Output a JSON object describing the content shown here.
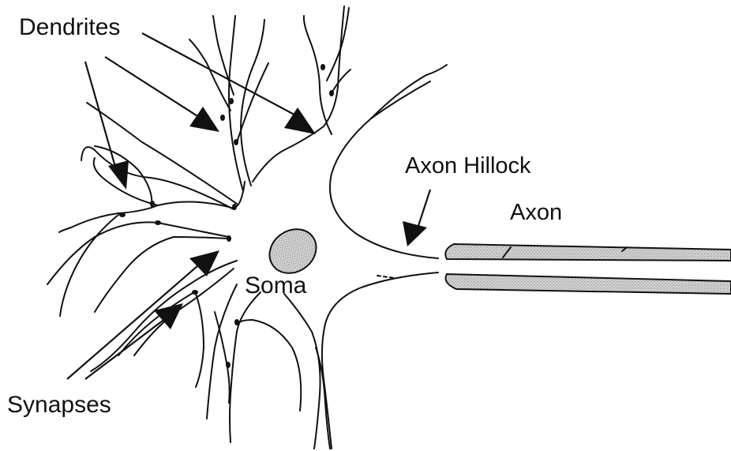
{
  "labels": {
    "dendrites": "Dendrites",
    "axon_hillock": "Axon Hillock",
    "axon": "Axon",
    "soma": "Soma",
    "synapses": "Synapses"
  },
  "colors": {
    "line": "#111111",
    "axon_fill": "#c8c8c8",
    "nucleus_fill": "#b5b5b5",
    "background": "#ffffff"
  }
}
